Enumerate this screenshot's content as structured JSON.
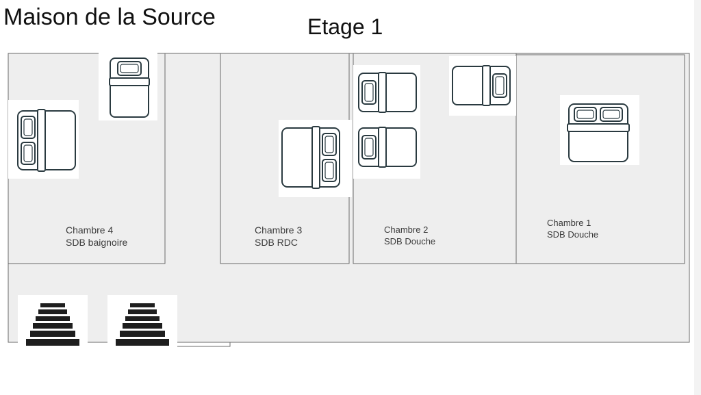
{
  "title": "Maison de la Source",
  "floor": "Etage 1",
  "colors": {
    "room_fill": "#eeeeee",
    "wall": "#6b6b6b",
    "furniture_stroke": "#2a3a40",
    "stairs": "#1e1e1e"
  },
  "rooms": [
    {
      "id": "chambre-4",
      "name": "Chambre 4",
      "bathroom": "SDB baignoire"
    },
    {
      "id": "chambre-3",
      "name": "Chambre 3",
      "bathroom": "SDB RDC"
    },
    {
      "id": "chambre-2",
      "name": "Chambre 2",
      "bathroom": "SDB Douche"
    },
    {
      "id": "chambre-1",
      "name": "Chambre 1",
      "bathroom": "SDB Douche"
    }
  ],
  "furniture": [
    {
      "type": "double-bed-icon",
      "room": "chambre-4"
    },
    {
      "type": "single-bed-icon",
      "room": "chambre-4"
    },
    {
      "type": "double-bed-icon",
      "room": "chambre-3"
    },
    {
      "type": "single-bed-icon",
      "room": "chambre-2"
    },
    {
      "type": "single-bed-icon",
      "room": "chambre-2"
    },
    {
      "type": "single-bed-icon",
      "room": "chambre-2"
    },
    {
      "type": "double-bed-icon",
      "room": "chambre-1"
    },
    {
      "type": "stairs-icon",
      "room": "hallway"
    },
    {
      "type": "stairs-icon",
      "room": "hallway"
    }
  ]
}
